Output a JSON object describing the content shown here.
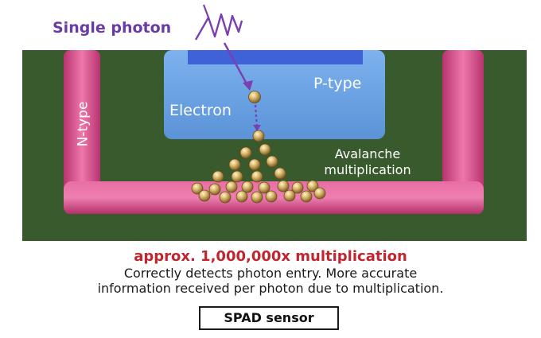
{
  "labels": {
    "single_photon": "Single photon",
    "p_type": "P-type",
    "electron": "Electron",
    "n_type": "N-type",
    "avalanche_line1": "Avalanche",
    "avalanche_line2": "multiplication"
  },
  "headline": "approx. 1,000,000x multiplication",
  "description": [
    "Correctly detects photon entry. More accurate",
    "information received per photon due to multiplication."
  ],
  "caption": "SPAD sensor",
  "colors": {
    "substrate": "#385a2c",
    "n_type": "#d44d8a",
    "p_type": "#74a9e8",
    "p_type_top": "#3f62d8",
    "photon": "#7a3fb0",
    "electron": "#c7a35a",
    "headline": "#c0262f"
  }
}
